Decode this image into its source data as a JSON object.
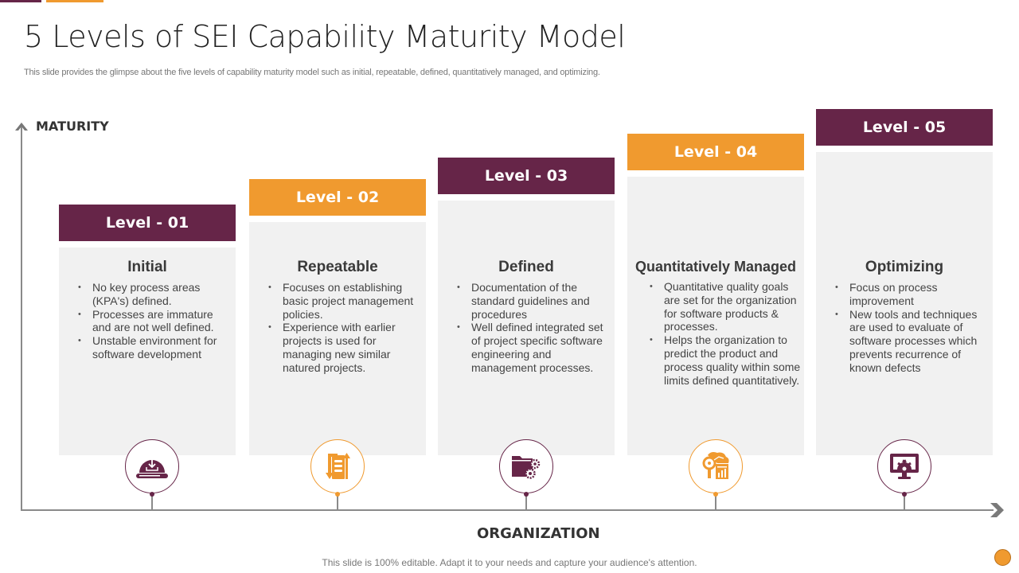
{
  "colors": {
    "plum": "#662548",
    "orange": "#f09a2f",
    "body_gray": "#f1f1f1",
    "axis_gray": "#8a8a8a"
  },
  "header": {
    "title": "5 Levels of SEI Capability Maturity Model",
    "subtitle": "This slide provides the glimpse about the five levels of capability maturity model such as initial, repeatable, defined, quantitatively managed, and optimizing."
  },
  "axes": {
    "y_label": "MATURITY",
    "x_label": "ORGANIZATION"
  },
  "levels": [
    {
      "label": "Level - 01",
      "name": "Initial",
      "color": "plum",
      "icon": "download-drive-icon",
      "bullets": [
        "No key process areas (KPA's) defined.",
        "Processes are immature and are not well defined.",
        "Unstable environment for software development"
      ]
    },
    {
      "label": "Level - 02",
      "name": "Repeatable",
      "color": "orange",
      "icon": "document-transfer-icon",
      "bullets": [
        "Focuses on establishing basic project management policies.",
        "Experience with earlier projects is used for managing new similar natured projects."
      ]
    },
    {
      "label": "Level - 03",
      "name": "Defined",
      "color": "plum",
      "icon": "folder-gears-icon",
      "bullets": [
        "Documentation of the standard guidelines and procedures",
        "Well defined integrated set of project specific software engineering and management processes."
      ]
    },
    {
      "label": "Level - 04",
      "name": "Quantitatively Managed",
      "color": "orange",
      "icon": "analytics-search-icon",
      "bullets": [
        "Quantitative quality goals are set for the organization for software products & processes.",
        "Helps the organization to predict the product and process quality within some limits defined quantitatively."
      ]
    },
    {
      "label": "Level - 05",
      "name": "Optimizing",
      "color": "plum",
      "icon": "monitor-gear-icon",
      "bullets": [
        "Focus on process improvement",
        "New tools and techniques are used to evaluate of software processes which prevents recurrence of known defects"
      ]
    }
  ],
  "footer": {
    "text": "This slide is 100% editable. Adapt it to your needs and capture your audience's attention."
  }
}
